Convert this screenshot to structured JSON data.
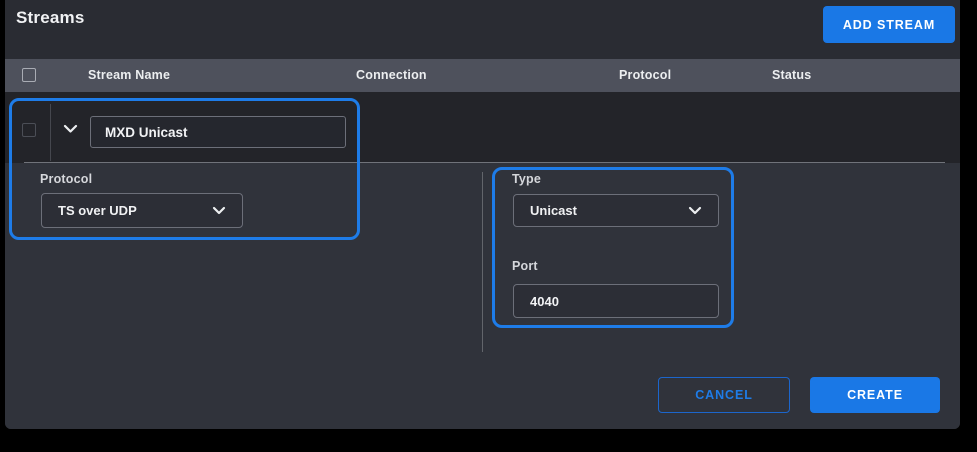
{
  "window": {
    "title": "Streams"
  },
  "toolbar": {
    "add_stream_label": "ADD STREAM"
  },
  "table": {
    "columns": [
      {
        "label": "Stream Name"
      },
      {
        "label": "Connection"
      },
      {
        "label": "Protocol"
      },
      {
        "label": "Status"
      }
    ]
  },
  "stream_form": {
    "name": {
      "value": "MXD Unicast"
    },
    "protocol": {
      "label": "Protocol",
      "value": "TS over UDP"
    },
    "type": {
      "label": "Type",
      "value": "Unicast"
    },
    "port": {
      "label": "Port",
      "value": "4040"
    }
  },
  "actions": {
    "cancel_label": "CANCEL",
    "create_label": "CREATE"
  },
  "icons": {
    "row_expand": "chevron-down-icon",
    "protocol_select": "chevron-down-icon",
    "type_select": "chevron-down-icon"
  },
  "colors": {
    "accent_blue": "#1a78e6",
    "highlight_outline": "#1e7ce8",
    "header_row_bg": "#4e515c",
    "panel_bg": "#2a2c33",
    "row_strip_bg": "#232429",
    "details_bg": "#30333b"
  }
}
